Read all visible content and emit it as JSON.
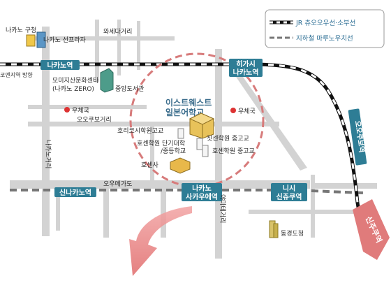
{
  "legend": {
    "jr_line": "JR 츄오오우선·소부선",
    "subway_line": "지하철 마루노우치선"
  },
  "stations": {
    "nakano": "나카노역",
    "higashi_nakano_1": "히가시",
    "higashi_nakano_2": "나카노역",
    "shin_nakano": "신나카노역",
    "nakano_sakaue_1": "나카노",
    "nakano_sakaue_2": "사카우에역",
    "nishi_shinjuku_1": "니시",
    "nishi_shinjuku_2": "신쥬쿠역",
    "okubo": "오오쿠보역",
    "shinjuku": "신주쿠역"
  },
  "streets": {
    "waseda": "와세다거리",
    "okubo": "오오쿠보거리",
    "ome": "오우메가도",
    "nakano": "나카노거리",
    "yamate": "야마테거리"
  },
  "places": {
    "nakano_ward": "나카노 구청",
    "sunplaza": "나카노 선프라자",
    "koenji_direction": "코엔지역 방향",
    "zero_1": "모미지산문화센타",
    "zero_2": "(나카노 ZERO)",
    "library": "중앙도서관",
    "post_office": "우체국",
    "post_office_2": "우체국",
    "horikoshi": "호리코시학원고교",
    "jissen": "짓센학원 중고교",
    "hosen_tandai_1": "호센학원 단기대학",
    "hosen_tandai_2": "/중등학교",
    "hosen_chuko": "호센학원 중고교",
    "hosenji": "호센사",
    "tocho": "동경도청"
  },
  "school": {
    "line1": "이스트웨스트",
    "line2": "일본어학교"
  },
  "colors": {
    "road": "#d3d3d3",
    "station_label": "#2e7d95",
    "jr_line": "#111111",
    "circle": "#d77b7b",
    "arrow": "#e88484"
  },
  "icons": {
    "post": "post-office-icon",
    "school": "school-building-icon",
    "tower": "tower-building-icon"
  }
}
